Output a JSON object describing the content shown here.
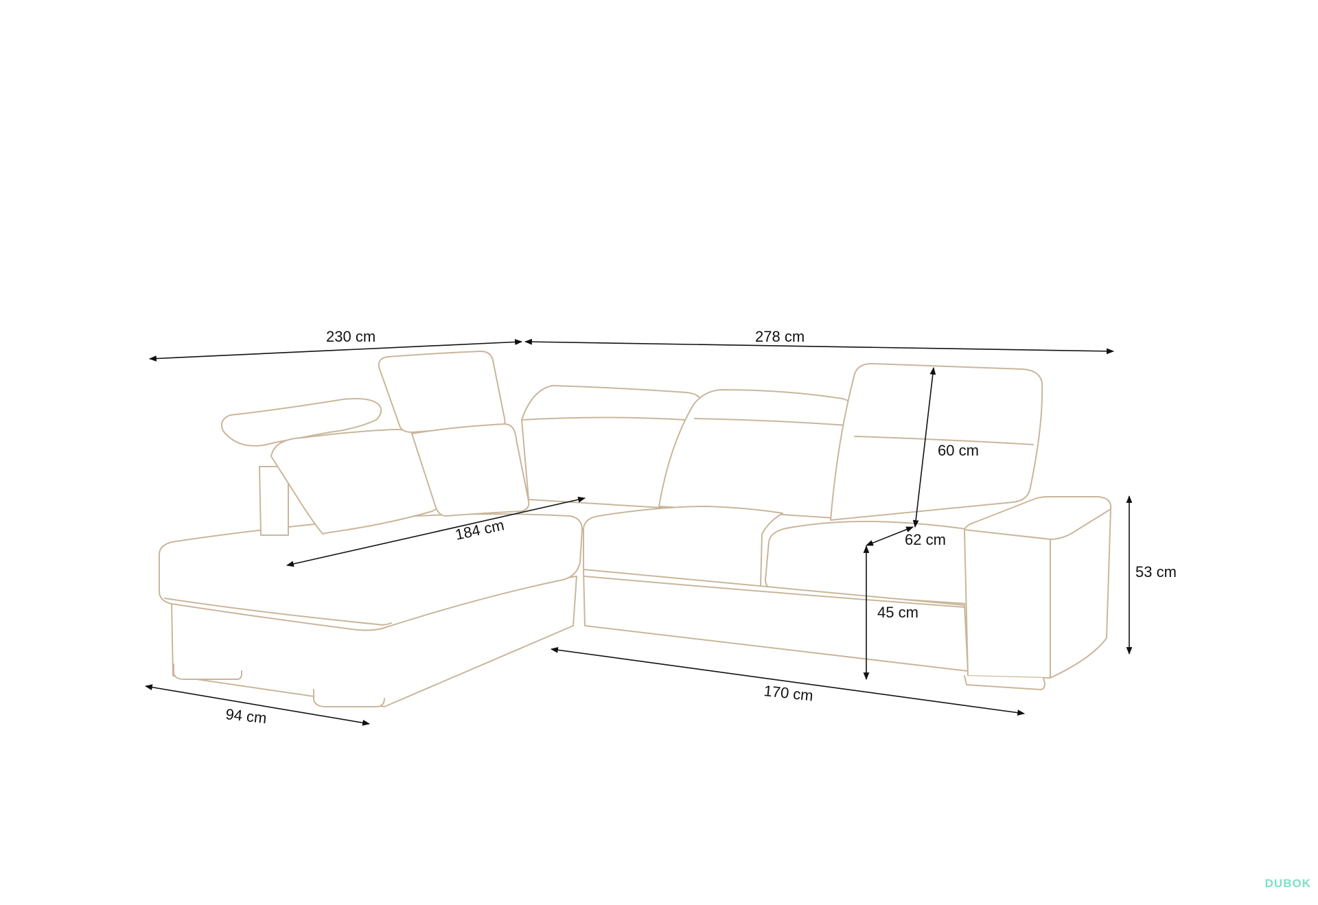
{
  "dimensions": {
    "chaise_length": "230 cm",
    "sofa_length": "278 cm",
    "backrest_height": "60 cm",
    "seat_depth": "62 cm",
    "chaise_seat_length": "184 cm",
    "total_height": "53 cm",
    "seat_height": "45 cm",
    "base_length": "170 cm",
    "chaise_width": "94 cm"
  },
  "watermark": "DUBOK",
  "colors": {
    "outline": "#c9b69a",
    "dimension": "#111111",
    "watermark": "#7fe0c6"
  }
}
